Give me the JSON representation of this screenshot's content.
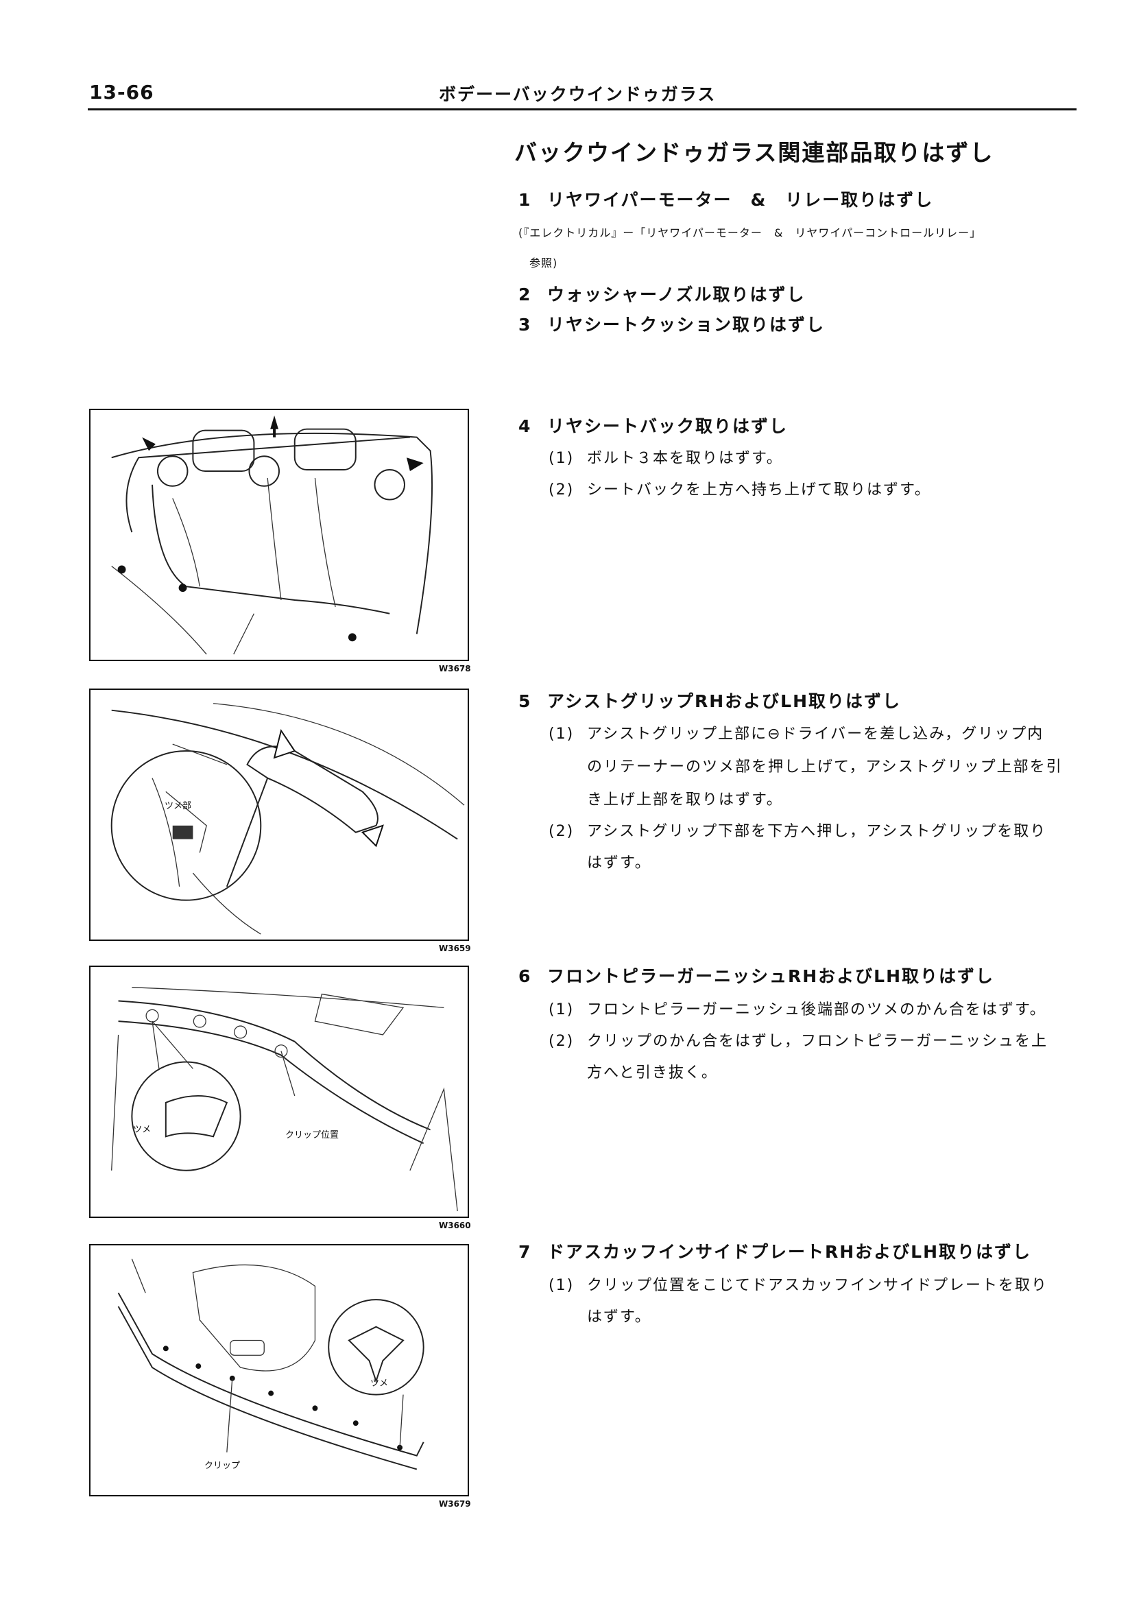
{
  "header": {
    "page_number": "13-66",
    "title": "ボデーーバックウインドゥガラス"
  },
  "section_title": "バックウインドゥガラス関連部品取りはずし",
  "steps": [
    {
      "num": "1",
      "title": "リヤワイパーモーター　&　リレー取りはずし",
      "note_line1": "(『エレクトリカル』ー「リヤワイパーモーター　&　リヤワイパーコントロールリレー」",
      "note_line2": "参照)"
    },
    {
      "num": "2",
      "title": "ウォッシャーノズル取りはずし"
    },
    {
      "num": "3",
      "title": "リヤシートクッション取りはずし"
    },
    {
      "num": "4",
      "title": "リヤシートバック取りはずし",
      "subs": [
        {
          "n": "(1)",
          "text": "ボルト３本を取りはずす。"
        },
        {
          "n": "(2)",
          "text": "シートバックを上方へ持ち上げて取りはずす。"
        }
      ]
    },
    {
      "num": "5",
      "title": "アシストグリップRHおよびLH取りはずし",
      "subs": [
        {
          "n": "(1)",
          "line1": "アシストグリップ上部に⊖ドライバーを差し込み，グリップ内",
          "line2": "のリテーナーのツメ部を押し上げて，アシストグリップ上部を引",
          "line3": "き上げ上部を取りはずす。"
        },
        {
          "n": "(2)",
          "line1": "アシストグリップ下部を下方へ押し，アシストグリップを取り",
          "line2": "はずす。"
        }
      ]
    },
    {
      "num": "6",
      "title": "フロントピラーガーニッシュRHおよびLH取りはずし",
      "subs": [
        {
          "n": "(1)",
          "text": "フロントピラーガーニッシュ後端部のツメのかん合をはずす。"
        },
        {
          "n": "(2)",
          "line1": "クリップのかん合をはずし，フロントピラーガーニッシュを上",
          "line2": "方へと引き抜く。"
        }
      ]
    },
    {
      "num": "7",
      "title": "ドアスカッフインサイドプレートRHおよびLH取りはずし",
      "subs": [
        {
          "n": "(1)",
          "line1": "クリップ位置をこじてドアスカッフインサイドプレートを取り",
          "line2": "はずす。"
        }
      ]
    }
  ],
  "figures": [
    {
      "id": "W3678"
    },
    {
      "id": "W3659",
      "labels": {
        "claw": "ツメ部"
      }
    },
    {
      "id": "W3660",
      "labels": {
        "claw": "ツメ",
        "clip_position": "クリップ位置"
      }
    },
    {
      "id": "W3679",
      "labels": {
        "claw": "ツメ",
        "clip": "クリップ"
      }
    }
  ]
}
